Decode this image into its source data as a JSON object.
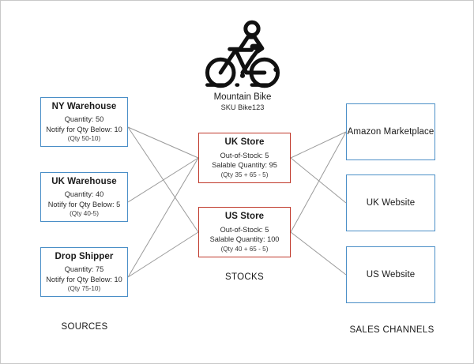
{
  "diagram": {
    "product": {
      "icon": "bicycle-icon",
      "name": "Mountain Bike",
      "sku": "SKU Bike123"
    },
    "group_labels": {
      "sources": "SOURCES",
      "stocks": "STOCKS",
      "sales_channels": "SALES CHANNELS"
    },
    "sources": [
      {
        "id": "ny-warehouse",
        "title": "NY Warehouse",
        "quantity": "Quantity: 50",
        "notify": "Notify for Qty Below: 10",
        "formula": "(Qty 50-10)"
      },
      {
        "id": "uk-warehouse",
        "title": "UK Warehouse",
        "quantity": "Quantity: 40",
        "notify": "Notify for Qty Below: 5",
        "formula": "(Qty 40-5)"
      },
      {
        "id": "drop-shipper",
        "title": "Drop Shipper",
        "quantity": "Quantity: 75",
        "notify": "Notify for Qty Below: 10",
        "formula": "(Qty 75-10)"
      }
    ],
    "stocks": [
      {
        "id": "uk-store",
        "title": "UK Store",
        "out_of_stock": "Out-of-Stock: 5",
        "salable": "Salable Quantity: 95",
        "formula": "(Qty 35 + 65 - 5)"
      },
      {
        "id": "us-store",
        "title": "US Store",
        "out_of_stock": "Out-of-Stock: 5",
        "salable": "Salable Quantity: 100",
        "formula": "(Qty 40 + 65 - 5)"
      }
    ],
    "channels": [
      {
        "id": "amazon-marketplace",
        "title": "Amazon Marketplace"
      },
      {
        "id": "uk-website",
        "title": "UK Website"
      },
      {
        "id": "us-website",
        "title": "US Website"
      }
    ],
    "colors": {
      "source_border": "#4b8fc7",
      "stock_border": "#c0392b",
      "channel_border": "#4b8fc7",
      "edge": "#9a9a9a",
      "canvas_border": "#c8c8c8",
      "text": "#1a1a1a"
    },
    "edges": [
      {
        "from": "ny-warehouse",
        "to": "us-store"
      },
      {
        "from": "ny-warehouse",
        "to": "uk-store"
      },
      {
        "from": "uk-warehouse",
        "to": "uk-store"
      },
      {
        "from": "drop-shipper",
        "to": "uk-store"
      },
      {
        "from": "drop-shipper",
        "to": "us-store"
      },
      {
        "from": "uk-store",
        "to": "amazon-marketplace"
      },
      {
        "from": "uk-store",
        "to": "uk-website"
      },
      {
        "from": "us-store",
        "to": "amazon-marketplace"
      },
      {
        "from": "us-store",
        "to": "us-website"
      }
    ]
  }
}
